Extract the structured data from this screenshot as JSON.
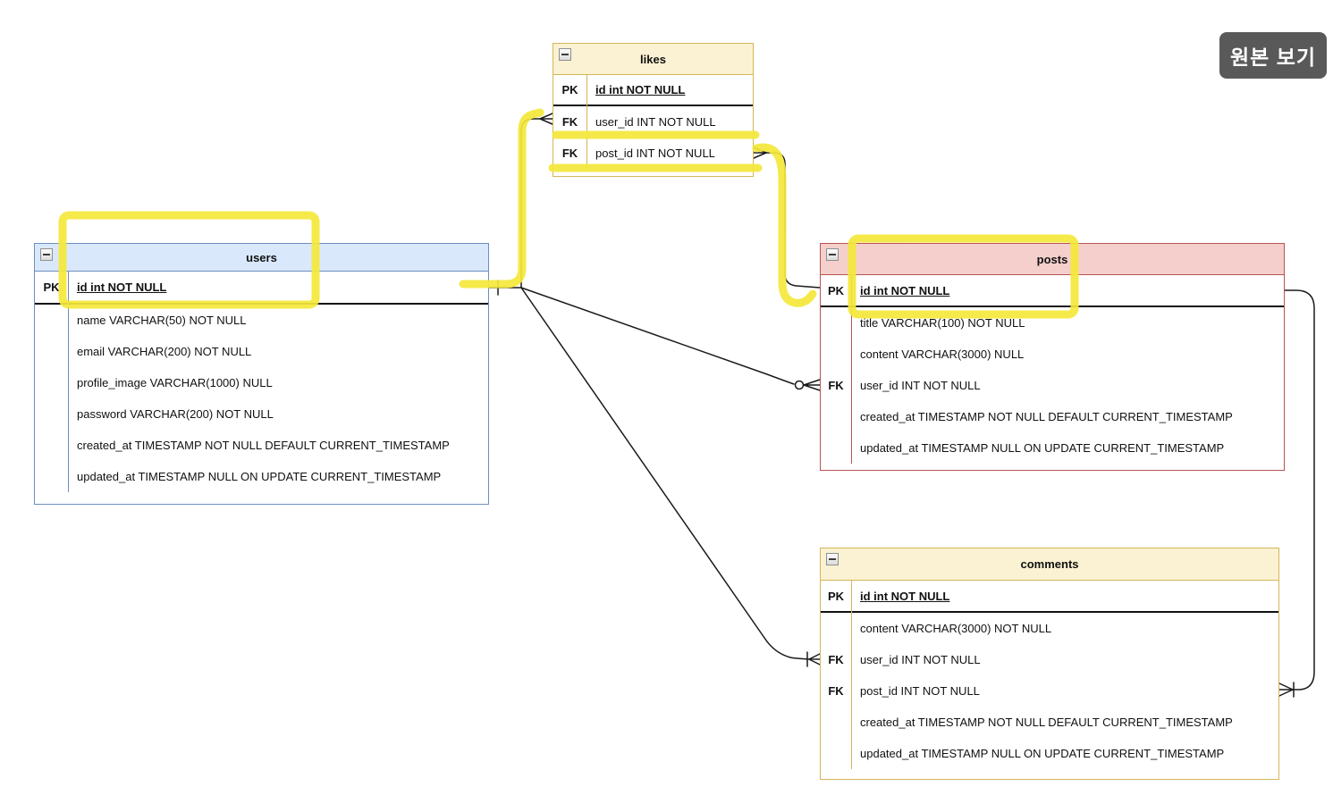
{
  "overlay": {
    "view_original_label": "원본 보기"
  },
  "colors": {
    "users_header": "#dae8fc",
    "users_border": "#6c8ebf",
    "posts_header": "#f4cfcc",
    "posts_border": "#b85450",
    "likes_header": "#faf2d2",
    "likes_border": "#d6b656",
    "comments_header": "#faf2d2",
    "comments_border": "#d6b656",
    "relation_line": "#1a1a1a",
    "highlight_marker": "#f4e83a",
    "button_bg": "#595959",
    "button_text": "#ffffff"
  },
  "tables": {
    "likes": {
      "title": "likes",
      "rows": [
        {
          "key": "PK",
          "text": "id int NOT NULL"
        },
        {
          "key": "FK",
          "text": "user_id INT NOT NULL"
        },
        {
          "key": "FK",
          "text": "post_id INT NOT NULL"
        }
      ]
    },
    "users": {
      "title": "users",
      "rows": [
        {
          "key": "PK",
          "text": "id int NOT NULL"
        },
        {
          "key": "",
          "text": "name VARCHAR(50) NOT NULL"
        },
        {
          "key": "",
          "text": "email VARCHAR(200) NOT NULL"
        },
        {
          "key": "",
          "text": "profile_image VARCHAR(1000) NULL"
        },
        {
          "key": "",
          "text": "password VARCHAR(200) NOT NULL"
        },
        {
          "key": "",
          "text": "created_at TIMESTAMP NOT NULL DEFAULT CURRENT_TIMESTAMP"
        },
        {
          "key": "",
          "text": "updated_at TIMESTAMP NULL ON UPDATE CURRENT_TIMESTAMP"
        }
      ]
    },
    "posts": {
      "title": "posts",
      "rows": [
        {
          "key": "PK",
          "text": "id int NOT NULL"
        },
        {
          "key": "",
          "text": "title VARCHAR(100) NOT NULL"
        },
        {
          "key": "",
          "text": "content VARCHAR(3000) NULL"
        },
        {
          "key": "FK",
          "text": "user_id INT NOT NULL"
        },
        {
          "key": "",
          "text": "created_at TIMESTAMP NOT NULL DEFAULT CURRENT_TIMESTAMP"
        },
        {
          "key": "",
          "text": "updated_at TIMESTAMP NULL ON UPDATE CURRENT_TIMESTAMP"
        }
      ]
    },
    "comments": {
      "title": "comments",
      "rows": [
        {
          "key": "PK",
          "text": "id int NOT NULL"
        },
        {
          "key": "",
          "text": "content VARCHAR(3000) NOT NULL"
        },
        {
          "key": "FK",
          "text": "user_id INT NOT NULL"
        },
        {
          "key": "FK",
          "text": "post_id INT NOT NULL"
        },
        {
          "key": "",
          "text": "created_at TIMESTAMP NOT NULL DEFAULT CURRENT_TIMESTAMP"
        },
        {
          "key": "",
          "text": "updated_at TIMESTAMP NULL ON UPDATE CURRENT_TIMESTAMP"
        }
      ]
    }
  },
  "relations": [
    {
      "from": "users.id",
      "to": "likes.user_id",
      "cardinality": "one to many"
    },
    {
      "from": "users.id",
      "to": "posts.user_id",
      "cardinality": "one to zero-or-many"
    },
    {
      "from": "users.id",
      "to": "comments.user_id",
      "cardinality": "one to many"
    },
    {
      "from": "posts.id",
      "to": "likes.post_id",
      "cardinality": "one to many"
    },
    {
      "from": "posts.id",
      "to": "comments.post_id",
      "cardinality": "one to many"
    }
  ],
  "annotations": {
    "marker_color": "#f4e83a",
    "highlights": [
      "box around users header and id row",
      "box around posts header and id row",
      "underline under likes.user_id row",
      "underline under likes.post_id row",
      "stroke along users-to-likes connector",
      "stroke along likes-to-posts connector"
    ]
  }
}
